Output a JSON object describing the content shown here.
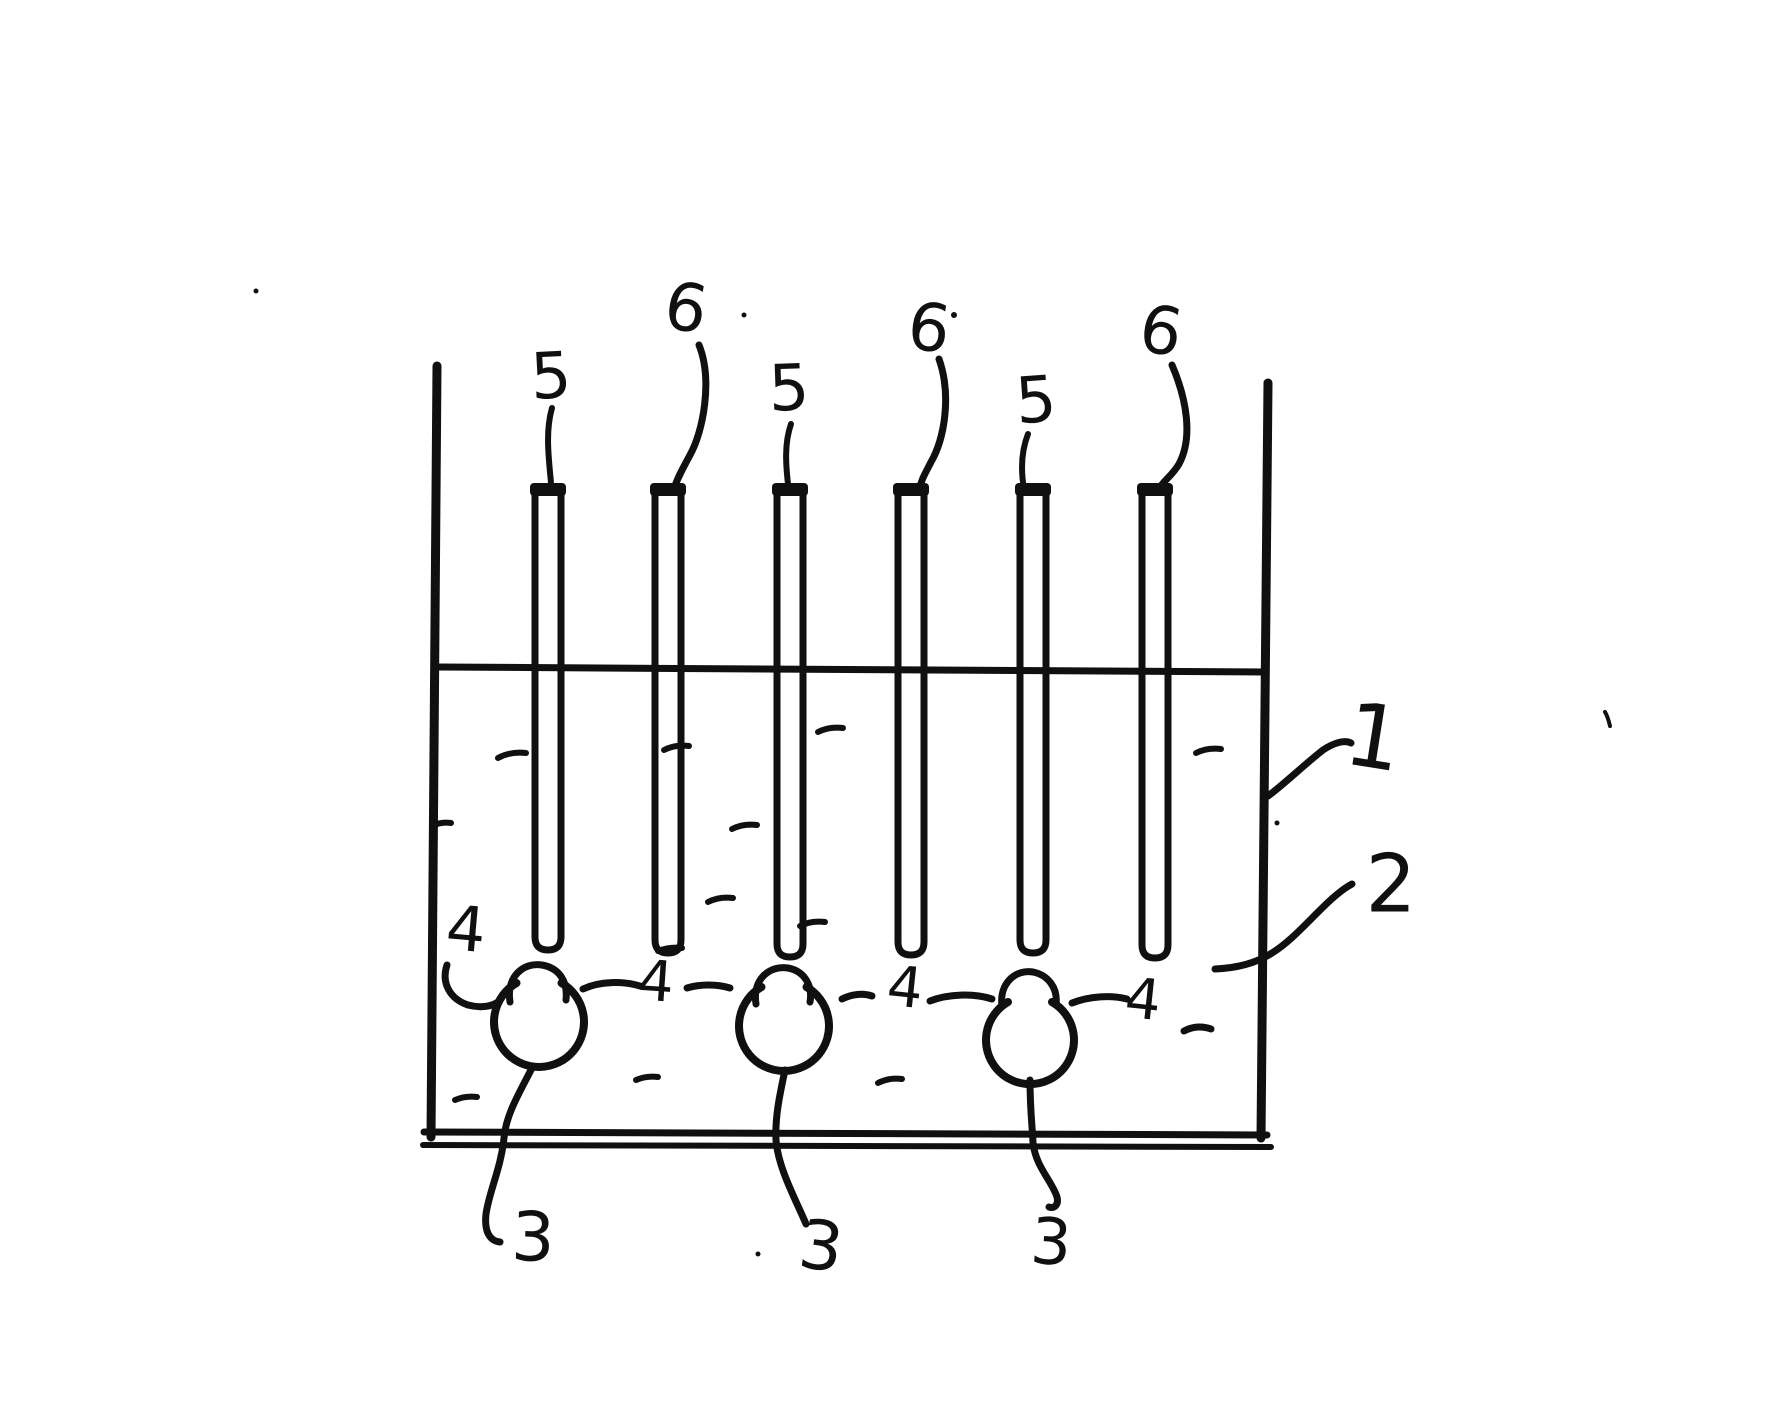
{
  "figure": {
    "kind": "hand-drawn tank diagram",
    "colors": {
      "ink": "#101010",
      "paper": "#ffffff"
    }
  },
  "annotations": {
    "ref_1": "1",
    "ref_2": "2",
    "ref_3": [
      "3",
      "3",
      "3"
    ],
    "ref_4": [
      "4",
      "4",
      "4",
      "4"
    ],
    "ref_5": [
      "5",
      "5",
      "5"
    ],
    "ref_6": [
      "6",
      "6",
      "6"
    ]
  }
}
